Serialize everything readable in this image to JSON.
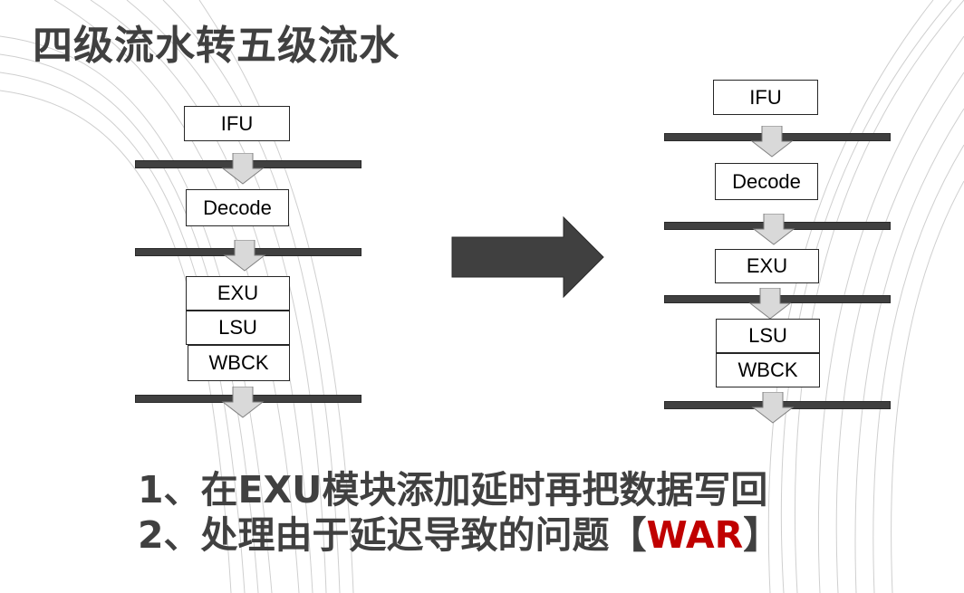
{
  "title": "四级流水转五级流水",
  "left_pipeline": {
    "stage_ifu": "IFU",
    "stage_decode": "Decode",
    "stage_exu": "EXU",
    "stage_lsu": "LSU",
    "stage_wbck": "WBCK"
  },
  "right_pipeline": {
    "stage_ifu": "IFU",
    "stage_decode": "Decode",
    "stage_exu": "EXU",
    "stage_lsu": "LSU",
    "stage_wbck": "WBCK"
  },
  "notes": {
    "line1": "1、在EXU模块添加延时再把数据写回",
    "line2_prefix": "2、处理由于延迟导致的问题【",
    "line2_highlight": "WAR",
    "line2_suffix": "】"
  },
  "colors": {
    "title": "#404040",
    "highlight": "#c00000",
    "pipeline_bar": "#404040",
    "down_arrow_fill": "#d9d9d9",
    "big_arrow_fill": "#404040"
  }
}
